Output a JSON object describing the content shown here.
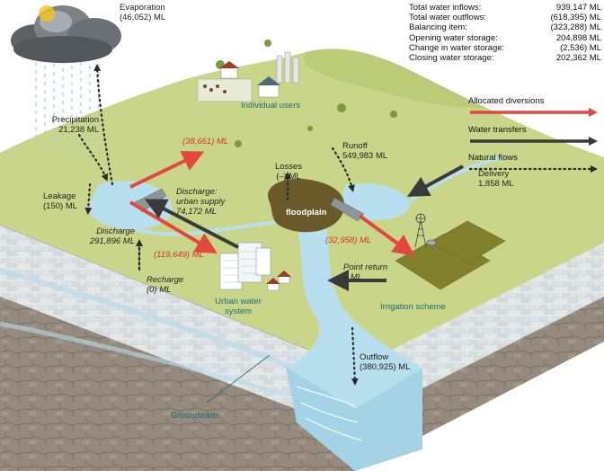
{
  "stats": {
    "rows": [
      {
        "label": "Total water inflows:",
        "value": "939,147 ML"
      },
      {
        "label": "Total water outflows:",
        "value": "(618,395) ML"
      },
      {
        "label": "Balancing item:",
        "value": "(323,288) ML"
      },
      {
        "label": "Opening water storage:",
        "value": "204,898 ML"
      },
      {
        "label": "Change in water storage:",
        "value": "(2,536) ML"
      },
      {
        "label": "Closing water storage:",
        "value": "202,362 ML"
      }
    ]
  },
  "legend": {
    "items": [
      {
        "label": "Allocated diversions",
        "color": "#e2483d",
        "style": "solid-red"
      },
      {
        "label": "Water transfers",
        "color": "#3a3a3a",
        "style": "solid-dark"
      },
      {
        "label": "Natural flows",
        "color": "#333333",
        "style": "dotted"
      }
    ]
  },
  "labels": {
    "evaporation": {
      "line1": "Evaporation",
      "line2": "(46,052) ML"
    },
    "precipitation": {
      "line1": "Precipitation",
      "line2": "21,238 ML"
    },
    "leakage": {
      "line1": "Leakage",
      "line2": "(150) ML"
    },
    "discharge_gw": {
      "line1": "Discharge",
      "line2": "291,896 ML"
    },
    "recharge": {
      "line1": "Recharge",
      "line2": "(0) ML"
    },
    "individual_users": "Individual users",
    "individual_users_flow": "(38,661) ML",
    "discharge_urban": {
      "line1": "Discharge:",
      "line2": "urban supply",
      "line3": "74,172 ML"
    },
    "urban_flow": "(119,649) ML",
    "urban_system": {
      "line1": "Urban water",
      "line2": "system"
    },
    "losses": {
      "line1": "Losses",
      "line2": "(–) ML"
    },
    "floodplain": "floodplain",
    "runoff": {
      "line1": "Runoff",
      "line2": "549,983 ML"
    },
    "delivery": {
      "line1": "Delivery",
      "line2": "1,858 ML"
    },
    "irrigation_flow": "(32,958) ML",
    "point_return": {
      "line1": "Point return",
      "line2": "– ML"
    },
    "irrigation_scheme": "Irrigation scheme",
    "outflow": {
      "line1": "Outflow",
      "line2": "(380,925) ML"
    },
    "groundwater": "Groundwater"
  },
  "colors": {
    "grass": "#c9d68a",
    "water": "#b7dfee",
    "soil_cut": "#e3e7e8",
    "rock": "#8e8276",
    "diversion": "#e2483d",
    "transfer": "#3a3a3a",
    "label_teal": "#1d6b78"
  },
  "icons": [
    "cloud-icon",
    "farm-house-icon",
    "factory-icon",
    "city-buildings-icon",
    "dam-wall-icon",
    "windmill-icon",
    "crop-field-icon",
    "tree-icon"
  ]
}
